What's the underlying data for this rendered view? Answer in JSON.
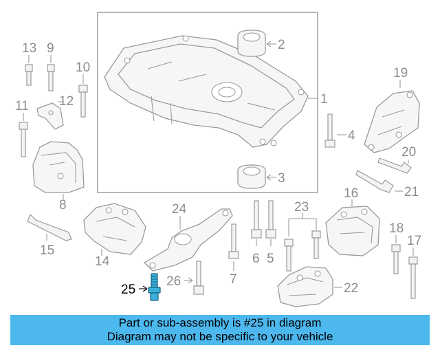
{
  "callouts": {
    "c1": "1",
    "c2": "2",
    "c3": "3",
    "c4": "4",
    "c5": "5",
    "c6": "6",
    "c7": "7",
    "c8": "8",
    "c9": "9",
    "c10": "10",
    "c11": "11",
    "c12": "12",
    "c13": "13",
    "c14": "14",
    "c15": "15",
    "c16": "16",
    "c17": "17",
    "c18": "18",
    "c19": "19",
    "c20": "20",
    "c21": "21",
    "c22": "22",
    "c23": "23",
    "c24": "24",
    "c25": "25",
    "c26": "26"
  },
  "highlight_part": "25",
  "colors": {
    "highlight": "#3ab0d8",
    "banner": "#4cb8ee",
    "line": "#9a9a9a"
  },
  "banner": {
    "line1": "Part or sub-assembly is #25 in diagram",
    "line2": "Diagram may not be specific to your vehicle"
  }
}
